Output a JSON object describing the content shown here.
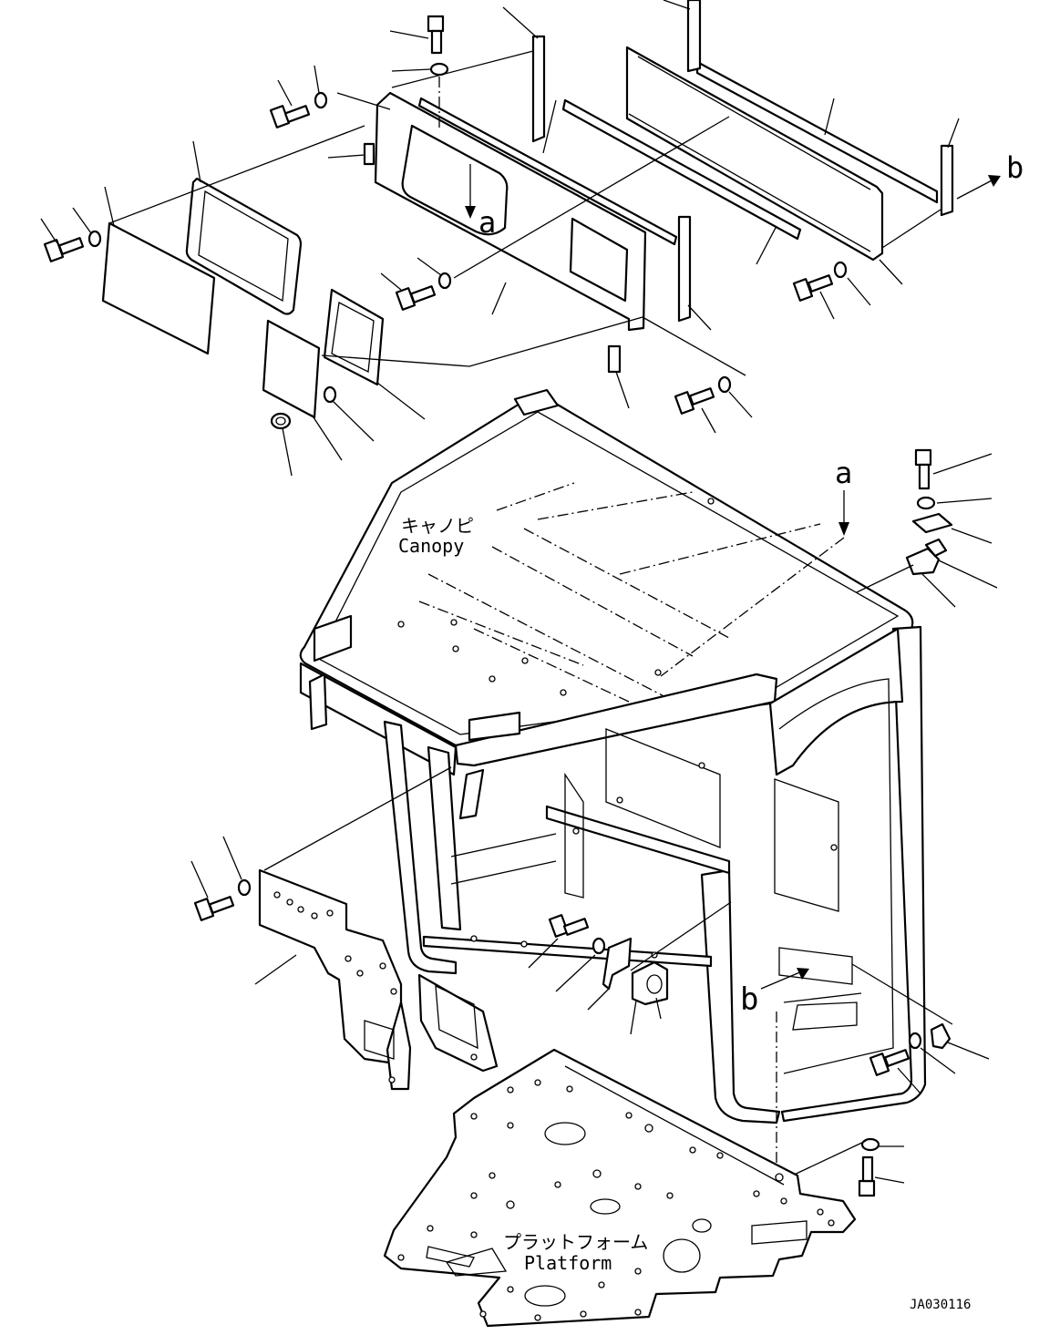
{
  "labels": {
    "canopy_jp": "キャノピ",
    "canopy_en": "Canopy",
    "platform_jp": "プラットフォーム",
    "platform_en": "Platform",
    "ref_a_top": "a",
    "ref_a_canopy": "a",
    "ref_b_right": "b",
    "ref_b_lower": "b",
    "drawing_id": "JA030116"
  }
}
